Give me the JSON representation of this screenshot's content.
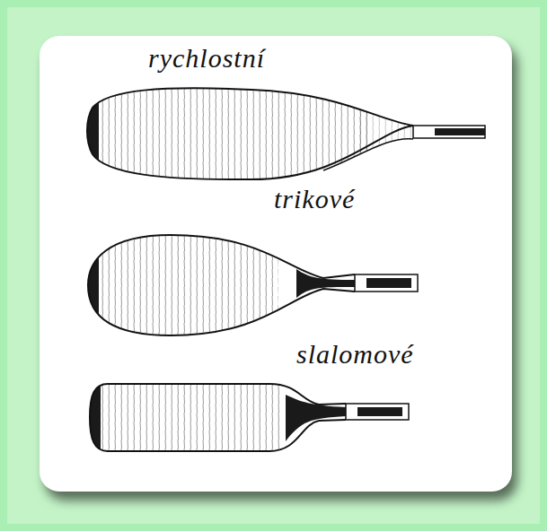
{
  "diagram": {
    "labels": [
      "rychlostní",
      "trikové",
      "slalomové"
    ]
  }
}
